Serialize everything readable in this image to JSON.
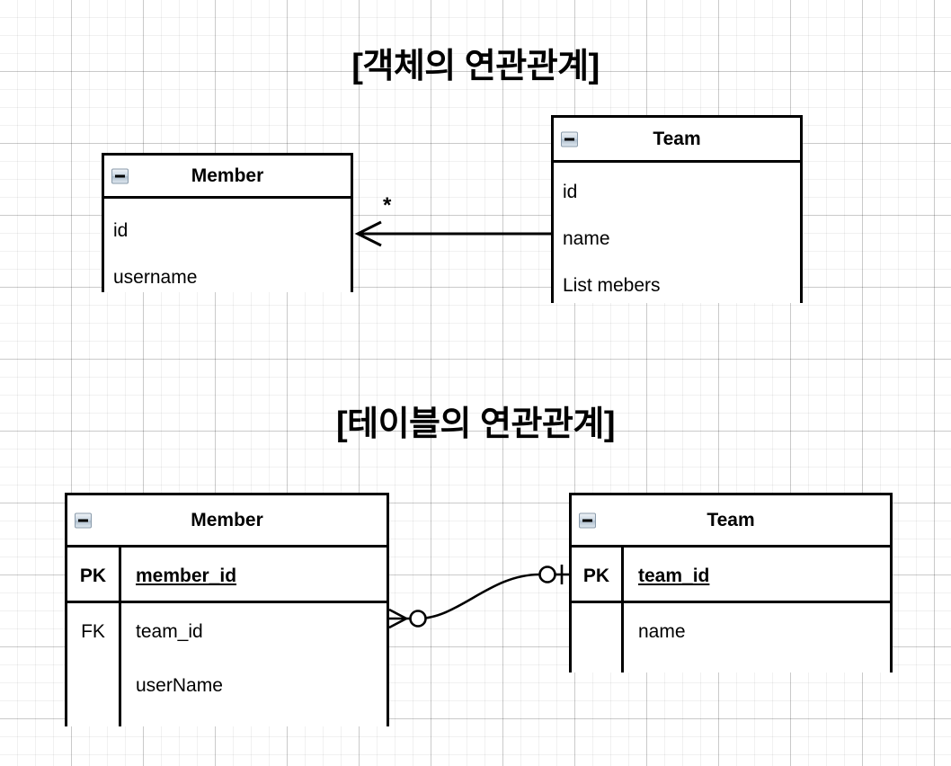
{
  "titles": {
    "object_relation": "[객체의 연관관계]",
    "table_relation": "[테이블의 연관관계]"
  },
  "object_model": {
    "member": {
      "name": "Member",
      "collapse_icon": "minus-box-icon",
      "attributes": [
        "id",
        "username"
      ]
    },
    "team": {
      "name": "Team",
      "collapse_icon": "minus-box-icon",
      "attributes": [
        "id",
        "name",
        "List mebers"
      ]
    },
    "association": {
      "multiplicity": "*",
      "arrow": "open-arrow-left",
      "from": "Team",
      "to": "Member"
    }
  },
  "table_model": {
    "member": {
      "name": "Member",
      "collapse_icon": "minus-box-icon",
      "rows": [
        {
          "key": "PK",
          "field": "member_id",
          "is_pk": true
        },
        {
          "key": "FK",
          "field": "team_id",
          "is_pk": false
        },
        {
          "key": "",
          "field": "userName",
          "is_pk": false
        }
      ]
    },
    "team": {
      "name": "Team",
      "collapse_icon": "minus-box-icon",
      "rows": [
        {
          "key": "PK",
          "field": "team_id",
          "is_pk": true
        },
        {
          "key": "",
          "field": "name",
          "is_pk": false
        }
      ]
    },
    "relationship": {
      "member_side_notation": "zero-or-many",
      "team_side_notation": "one-and-only-one",
      "line_style": "s-curve"
    }
  },
  "colors": {
    "stroke": "#000000",
    "background": "#ffffff",
    "grid_minor": "#f0f0f0",
    "grid_major": "#d5d5d5",
    "icon_border": "#8a9bab"
  }
}
